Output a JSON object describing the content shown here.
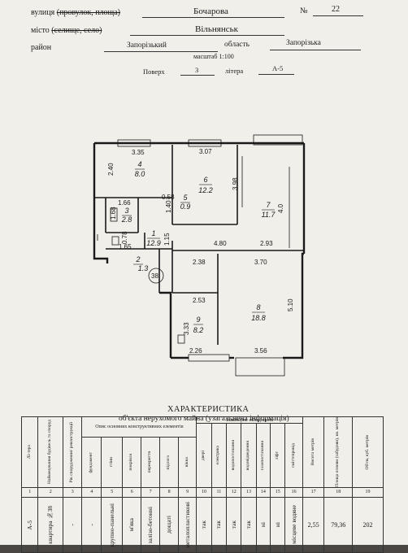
{
  "header": {
    "street_label": "вулиця",
    "street_label_struck": "(провулок, площа)",
    "street_value": "Бочарова",
    "number_sign": "№",
    "number_value": "22",
    "city_label": "місто",
    "city_label_struck": "(селище, село)",
    "city_value": "Вільнянськ",
    "district_label": "район",
    "district_value": "Запорізький",
    "region_label": "область",
    "region_value": "Запорізька",
    "scale": "масштаб 1:100",
    "floor_label": "Поверх",
    "floor_value": "3",
    "litera_label": "літера",
    "litera_value": "А-5"
  },
  "plan": {
    "apartment_number": "38",
    "rooms": [
      {
        "num": "4",
        "area": "8.0"
      },
      {
        "num": "6",
        "area": "12.2"
      },
      {
        "num": "5",
        "area": "0.9"
      },
      {
        "num": "7",
        "area": "11.7"
      },
      {
        "num": "3",
        "area": "2.8"
      },
      {
        "num": "1",
        "area": "12.9"
      },
      {
        "num": "2",
        "area": "1.3"
      },
      {
        "num": "8",
        "area": "18.8"
      },
      {
        "num": "9",
        "area": "8.2"
      }
    ],
    "dims": {
      "d_335": "3.35",
      "d_307": "3.07",
      "d_240": "2.40",
      "d_398": "3.98",
      "d_40": "4.0",
      "d_166": "1.66",
      "d_058": "0.58",
      "d_168": "1.68",
      "d_140": "1.40",
      "d_078": "0.78",
      "d_115": "1.15",
      "d_480": "4.80",
      "d_293": "2.93",
      "d_165": "1.65",
      "d_238": "2.38",
      "d_370": "3.70",
      "d_253": "2.53",
      "d_333": "3.33",
      "d_510": "5.10",
      "d_226": "2.26",
      "d_356": "3.56"
    }
  },
  "characteristics": {
    "title": "ХАРАКТЕРИСТИКА",
    "subtitle": "об'єкта нерухомого майна (узагальнена інформація)"
  },
  "table": {
    "group_structural": "Опис основних конструктивних елементів",
    "group_engineering": "Інженерне обладнання",
    "headers": [
      "Лі-тера",
      "Найменування будівель та споруд",
      "Рік спорудження/ реконструкції",
      "фундамент",
      "стіни",
      "покрівля",
      "перекриття",
      "підлога",
      "вікна",
      "двері",
      "електрика",
      "водопостачання",
      "водовідведення",
      "газопостачання",
      "ліфт",
      "сміттєпровід",
      "Висота метрів",
      "Площа основи (забудови), кв. метрів",
      "Об'єм, куб. метрів"
    ],
    "column_numbers": [
      "1",
      "2",
      "3",
      "4",
      "5",
      "6",
      "7",
      "8",
      "9",
      "10",
      "11",
      "12",
      "13",
      "14",
      "15",
      "16",
      "17",
      "18",
      "19"
    ],
    "row": [
      "А-5",
      "квартира №38",
      "-",
      "-",
      "крупно-панельні",
      "м'яка",
      "залізо-бетонні",
      "дощаті",
      "металопластикові",
      "так",
      "так",
      "так",
      "так",
      "ні",
      "ні",
      "місцеве водяне",
      "2,55",
      "79,36",
      "202"
    ]
  }
}
